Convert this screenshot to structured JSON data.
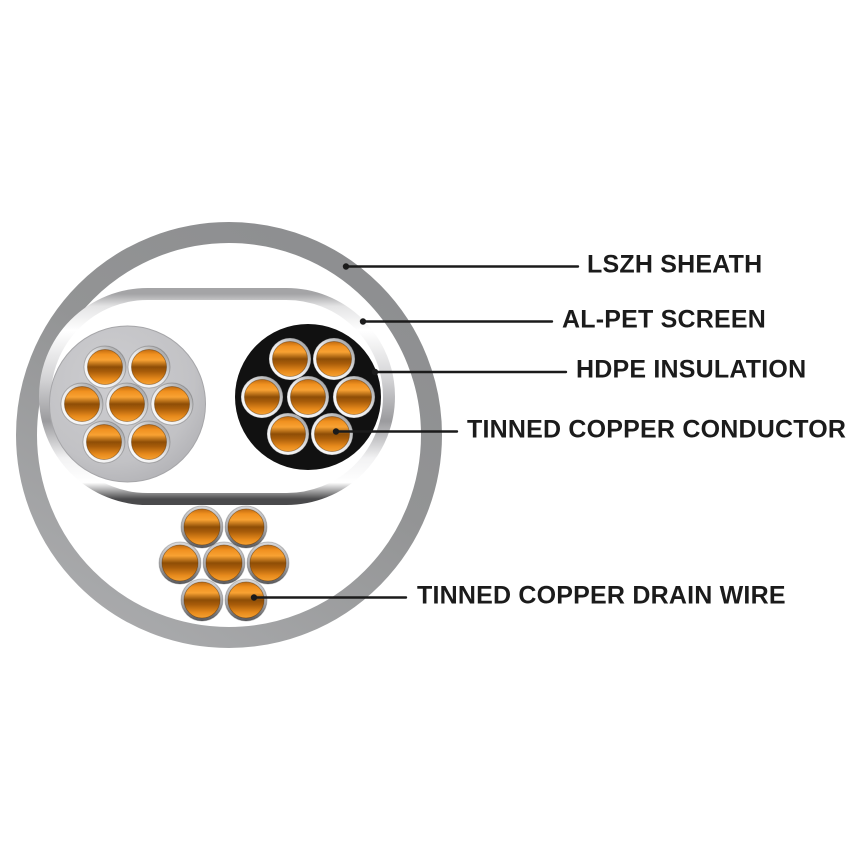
{
  "diagram": {
    "type": "cable-cross-section",
    "labels": [
      {
        "id": "lszh-sheath",
        "text": "LSZH SHEATH"
      },
      {
        "id": "al-pet-screen",
        "text": "AL-PET SCREEN"
      },
      {
        "id": "hdpe-insulation",
        "text": "HDPE INSULATION"
      },
      {
        "id": "tinned-copper-conductor",
        "text": "TINNED COPPER CONDUCTOR"
      },
      {
        "id": "tinned-copper-drain-wire",
        "text": "TINNED COPPER DRAIN WIRE"
      }
    ],
    "counts": {
      "cores": 2,
      "conductor_strands_per_core": 7,
      "drain_wire_strands": 7
    },
    "colors": {
      "background": "#ffffff",
      "sheath_gray": "#939495",
      "screen_silver_light": "#ffffff",
      "screen_silver_dark": "#4a4a4c",
      "insulation_gray_core": "#c2c2c5",
      "insulation_black_core": "#111111",
      "copper_orange_bright": "#f8a233",
      "copper_orange_dark": "#8e4e06",
      "tin_silver": "#e9e9ea",
      "drain_ring_gray": "#a7a7aa",
      "leader_line": "#1b1b1b",
      "label_text": "#1b1b1b"
    }
  }
}
